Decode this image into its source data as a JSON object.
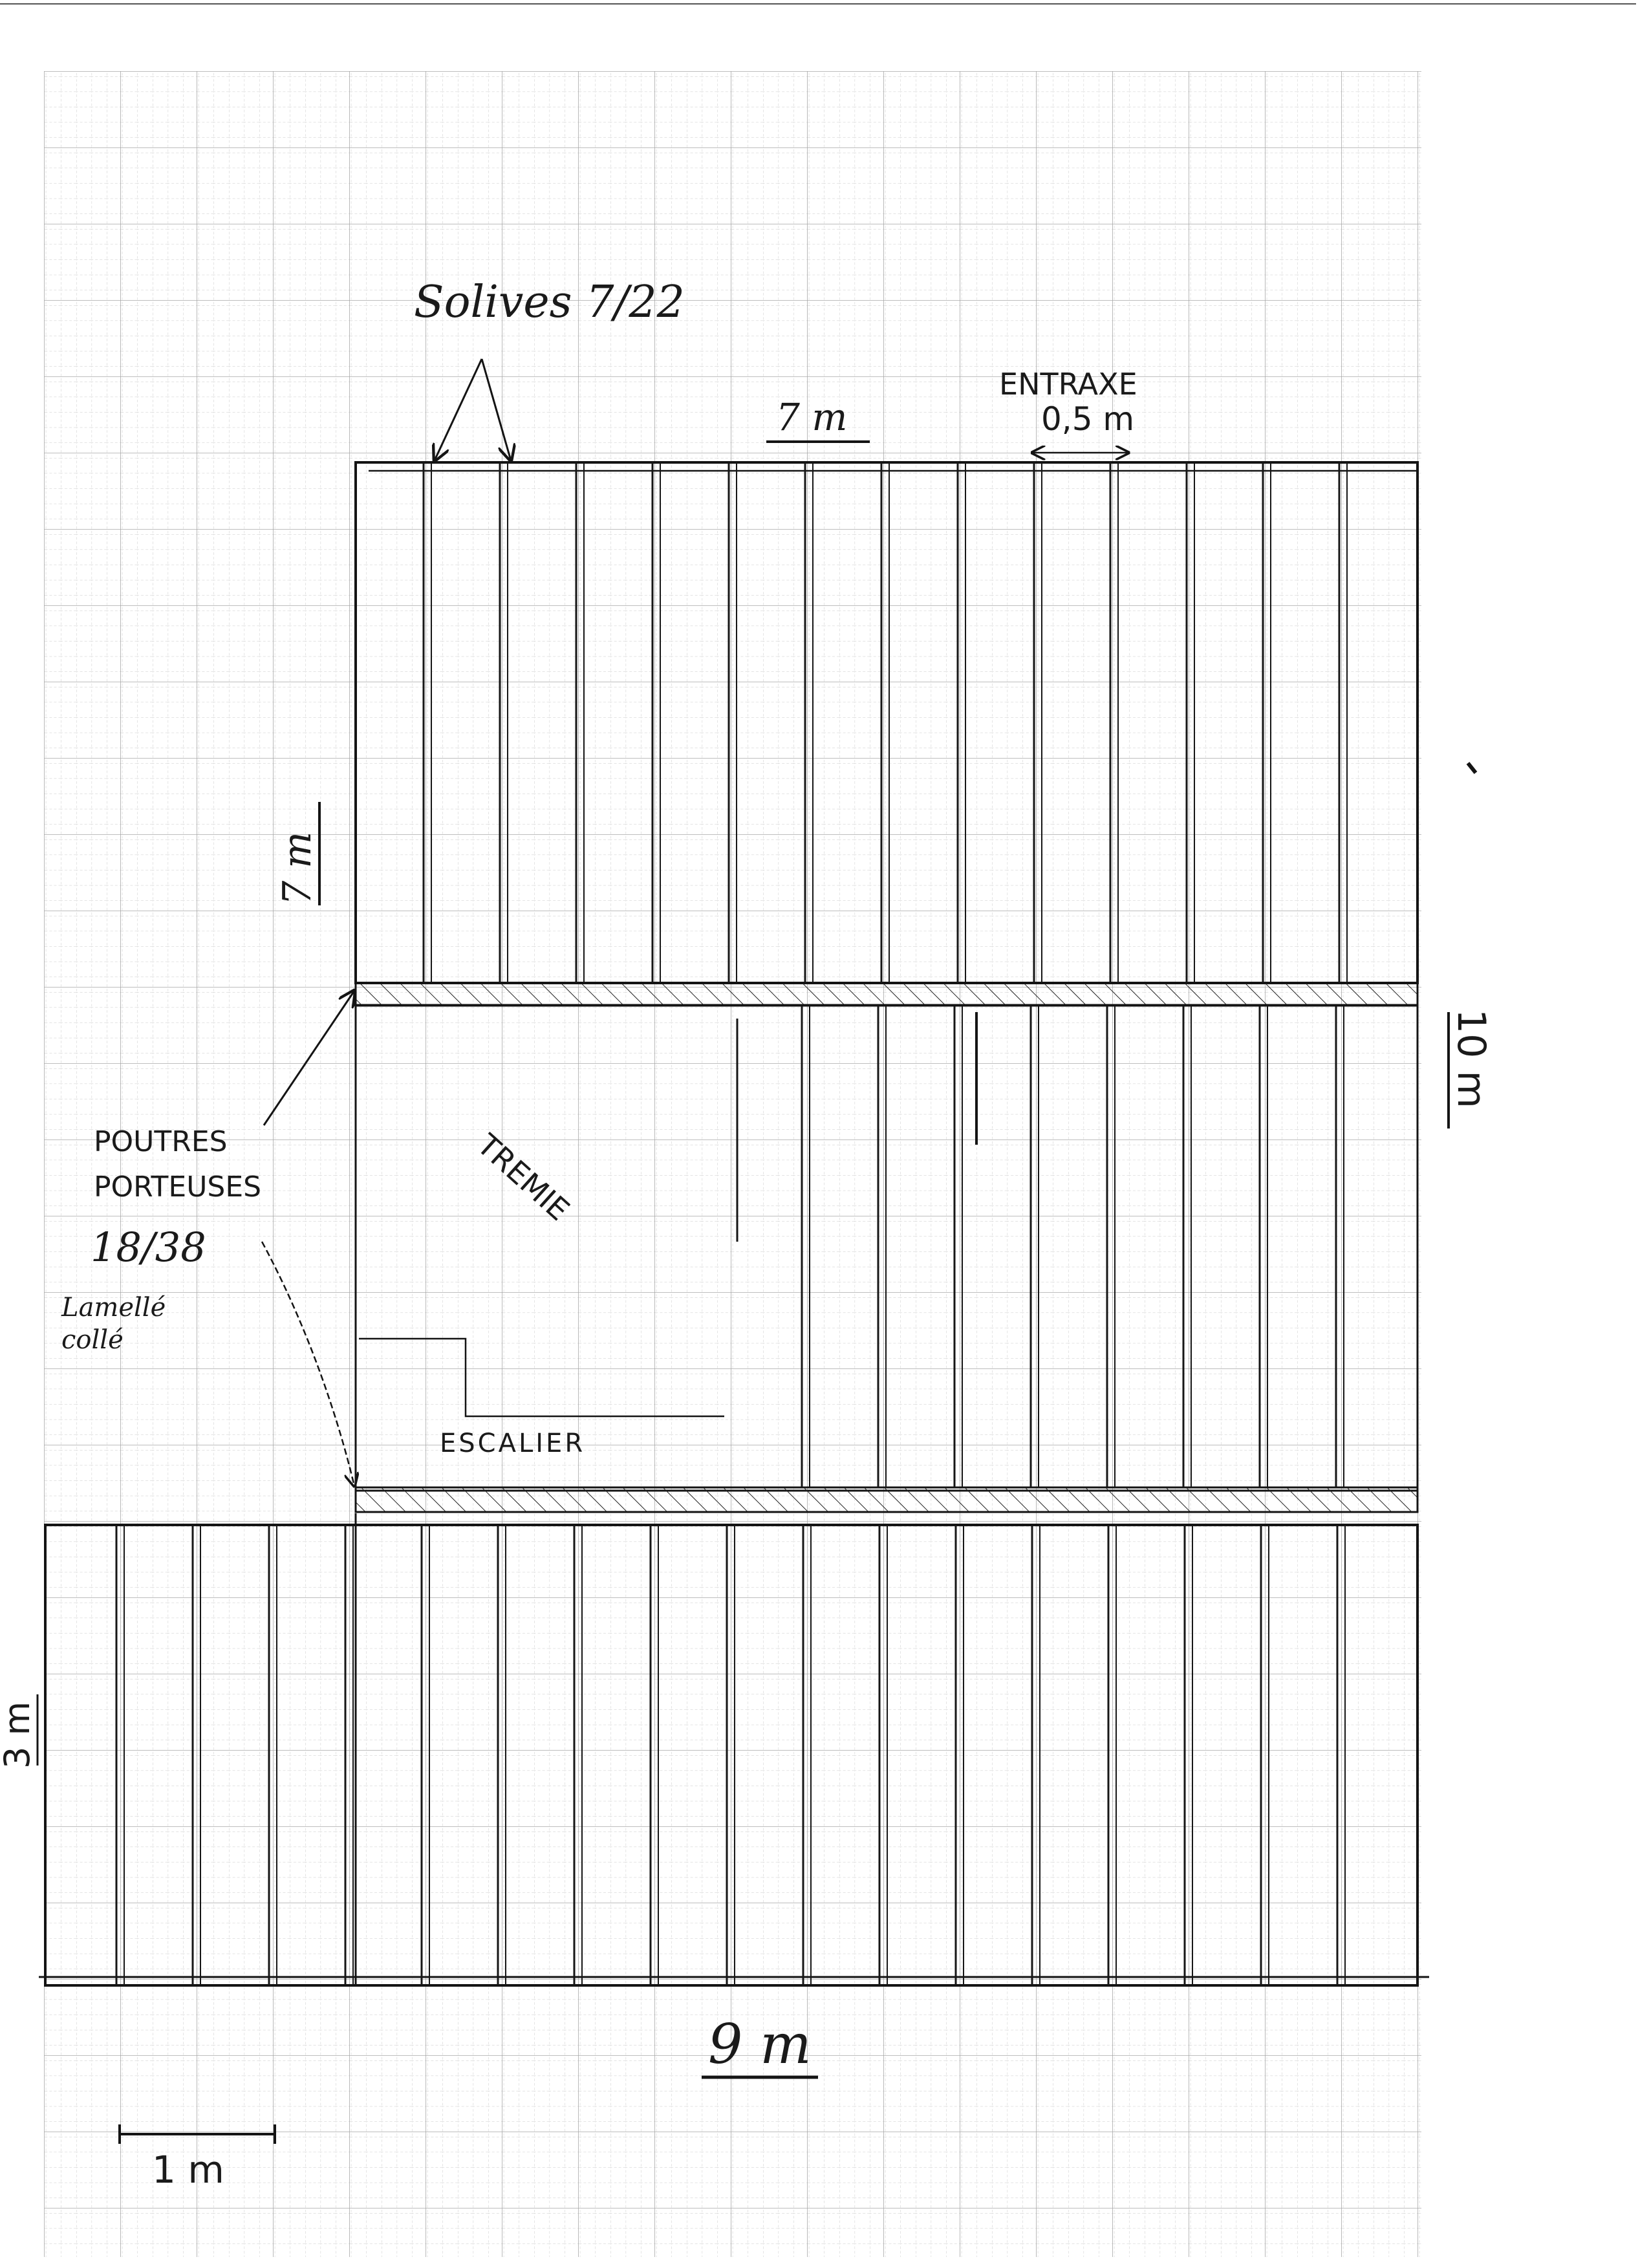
{
  "drawing": {
    "title_note": "Solives 7/22",
    "top_span": "7 m",
    "spacing_label_top": "ENTRAXE",
    "spacing_label_bottom": "0,5 m",
    "left_upper_dim": "7 m",
    "right_dim": "10 m",
    "left_lower_dim": "3 m",
    "bottom_span": "9 m",
    "beam_label_1": "POUTRES",
    "beam_label_2": "PORTEUSES",
    "beam_size": "18/38",
    "beam_type_1": "Lamellé",
    "beam_type_2": "collé",
    "opening_label": "TREMIE",
    "stair_label": "ESCALIER",
    "scale_bar": "1 m"
  }
}
